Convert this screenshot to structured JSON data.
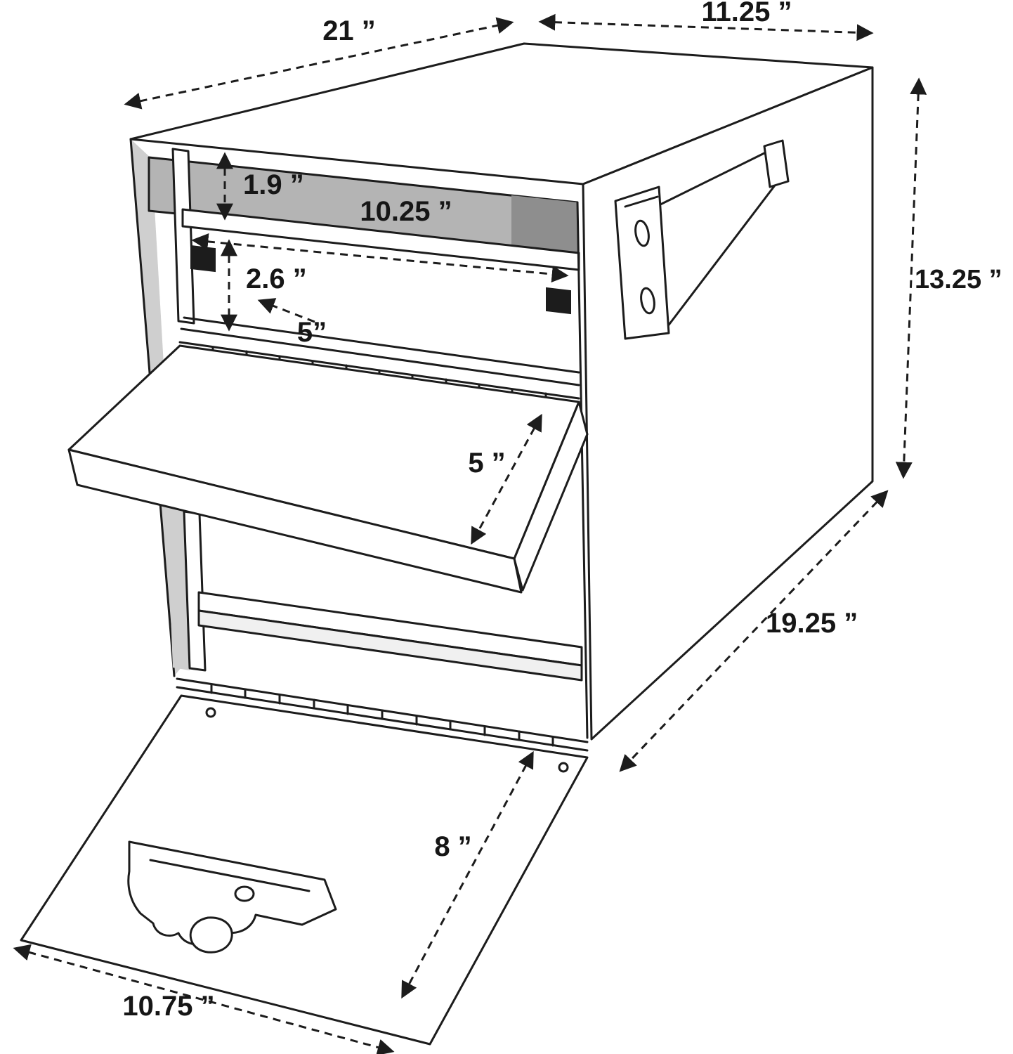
{
  "figure": {
    "type": "technical dimension drawing",
    "subject": "locking mailbox with open mail flap and open lower door"
  },
  "dims": {
    "top_width": "21 ”",
    "top_depth": "11.25 ”",
    "height": "13.25 ”",
    "depth": "19.25 ”",
    "door_width": "10.75 ”",
    "door_length": "8 ”",
    "flap_depth": "5 ”",
    "floor_depth": "5”",
    "slot_height": "2.6 ”",
    "top_clearance": "1.9 ”",
    "slot_width": "10.25 ”"
  },
  "colors": {
    "line": "#1c1c1c",
    "background": "#ffffff",
    "shade_light": "#b4b4b4",
    "shade_dark": "#8e8e8e",
    "shade_wall": "#cfcfcf"
  }
}
